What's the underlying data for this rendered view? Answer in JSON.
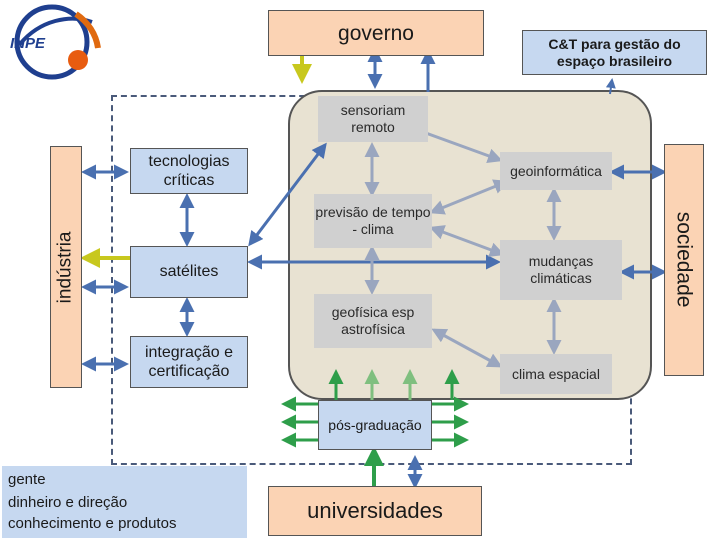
{
  "logo": {
    "text": "INPE"
  },
  "top": {
    "governo": "governo",
    "ct": "C&T para gestão do espaço brasileiro"
  },
  "side": {
    "industria": "indústria",
    "sociedade": "sociedade"
  },
  "left": {
    "tecnologias": "tecnologias críticas",
    "satelites": "satélites",
    "integracao": "integração e certificação"
  },
  "core": {
    "sensoriamento": "sensoriam remoto",
    "geoinformatica": "geoinformática",
    "previsao": "previsão de tempo - clima",
    "mudancas": "mudanças climáticas",
    "geofisica": "geofísica esp astrofísica",
    "clima_espacial": "clima espacial"
  },
  "bottom": {
    "pos": "pós-graduação",
    "universidades": "universidades"
  },
  "legend": {
    "gente": "gente",
    "dinheiro": "dinheiro e direção",
    "conhecimento": "conhecimento e produtos"
  },
  "colors": {
    "people_green": "#2e9e4a",
    "money_yellow": "#c8c81e",
    "knowledge_blue": "#4a70b0",
    "grey_arrow": "#9aa6bf"
  }
}
